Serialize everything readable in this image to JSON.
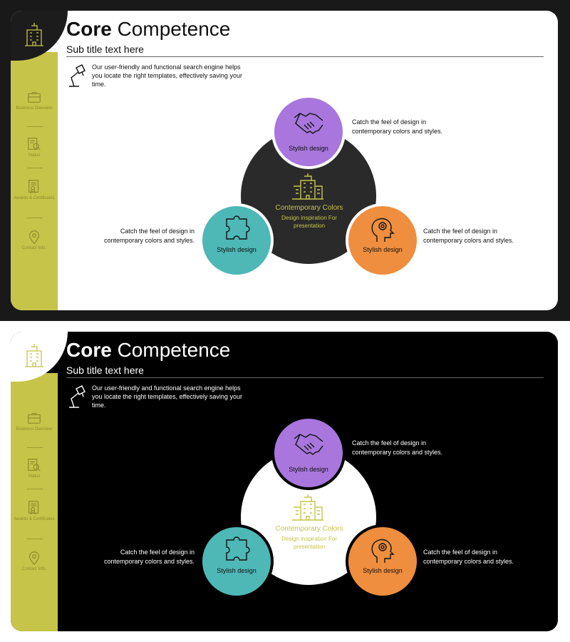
{
  "slides": [
    {
      "theme": "light",
      "title_bold": "Core",
      "title_rest": " Competence",
      "subtitle": "Sub title text here",
      "intro": "Our user-friendly and functional search engine helps you locate the right templates, effectively saving your time.",
      "nav": [
        {
          "label": "Business Overview",
          "icon": "briefcase-icon"
        },
        {
          "label": "Status",
          "icon": "search-document-icon"
        },
        {
          "label": "Awards & Certificates",
          "icon": "certificate-icon"
        },
        {
          "label": "Contact Info.",
          "icon": "location-pin-icon"
        }
      ],
      "center": {
        "title": "Contemporary Colors",
        "subtitle": "Design inspiration For presentation"
      },
      "nodes": [
        {
          "label": "Stylish design",
          "color": "#a876dc",
          "icon": "handshake-icon",
          "text": "Catch the feel of design in contemporary colors and styles."
        },
        {
          "label": "Stylish design",
          "color": "#4db8b6",
          "icon": "puzzle-icon",
          "text": "Catch the feel of design in contemporary colors and styles."
        },
        {
          "label": "Stylish design",
          "color": "#ef8e3e",
          "icon": "gear-head-icon",
          "text": "Catch the feel of design in contemporary colors and styles."
        }
      ]
    },
    {
      "theme": "dark",
      "title_bold": "Core",
      "title_rest": " Competence",
      "subtitle": "Sub title text here",
      "intro": "Our user-friendly and functional search engine helps you locate the right templates, effectively saving your time.",
      "nav": [
        {
          "label": "Business Overview",
          "icon": "briefcase-icon"
        },
        {
          "label": "Status",
          "icon": "search-document-icon"
        },
        {
          "label": "Awards & Certificates",
          "icon": "certificate-icon"
        },
        {
          "label": "Contact Info.",
          "icon": "location-pin-icon"
        }
      ],
      "center": {
        "title": "Contemporary Colors",
        "subtitle": "Design inspiration For presentation"
      },
      "nodes": [
        {
          "label": "Stylish design",
          "color": "#a876dc",
          "icon": "handshake-icon",
          "text": "Catch the feel of design in contemporary colors and styles."
        },
        {
          "label": "Stylish design",
          "color": "#4db8b6",
          "icon": "puzzle-icon",
          "text": "Catch the feel of design in contemporary colors and styles."
        },
        {
          "label": "Stylish design",
          "color": "#ef8e3e",
          "icon": "gear-head-icon",
          "text": "Catch the feel of design in contemporary colors and styles."
        }
      ]
    }
  ],
  "colors": {
    "accent": "#c6c449",
    "purple": "#a876dc",
    "teal": "#4db8b6",
    "orange": "#ef8e3e"
  }
}
